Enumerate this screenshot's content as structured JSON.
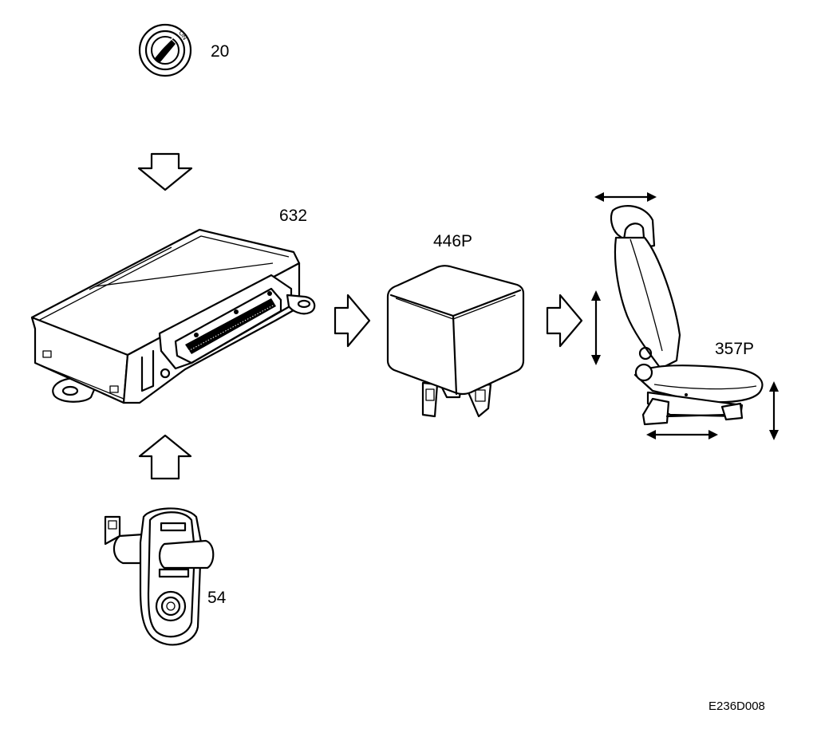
{
  "components": {
    "ignition_switch": {
      "label": "20"
    },
    "control_module": {
      "label": "632"
    },
    "relay": {
      "label": "446P"
    },
    "seat": {
      "label": "357P"
    },
    "door_switch": {
      "label": "54"
    }
  },
  "ignition_marking": "ON",
  "figure_ref": "E236D008"
}
